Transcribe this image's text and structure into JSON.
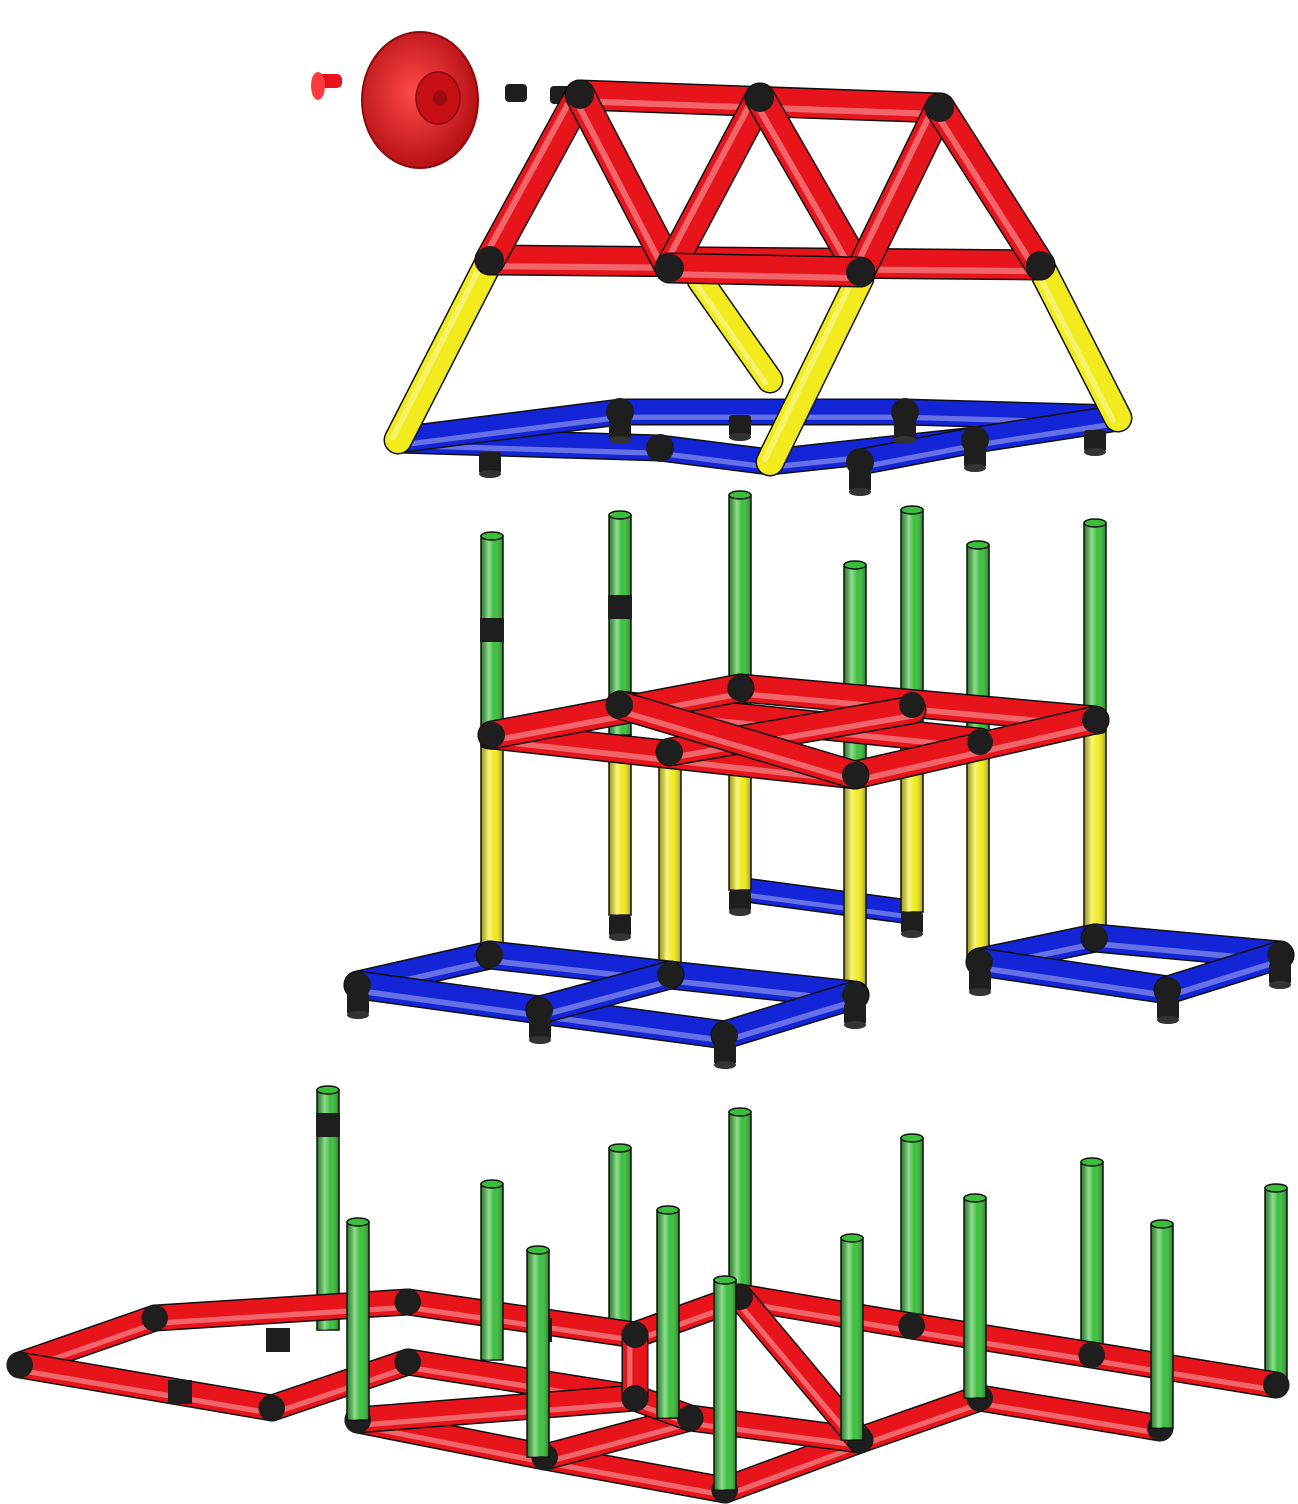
{
  "diagram": {
    "kind": "exploded assembly of a modular tube climbing frame",
    "layers": [
      "roof",
      "middle-frame",
      "base"
    ],
    "colors": {
      "red": "#e8141b",
      "yellow": "#f2ec1e",
      "blue": "#1325d6",
      "green": "#3bbf3b",
      "connector": "#1e1e1e",
      "background": "#ffffff"
    },
    "parts": {
      "wheel": "red",
      "pin": "red",
      "caps": "connector"
    }
  }
}
